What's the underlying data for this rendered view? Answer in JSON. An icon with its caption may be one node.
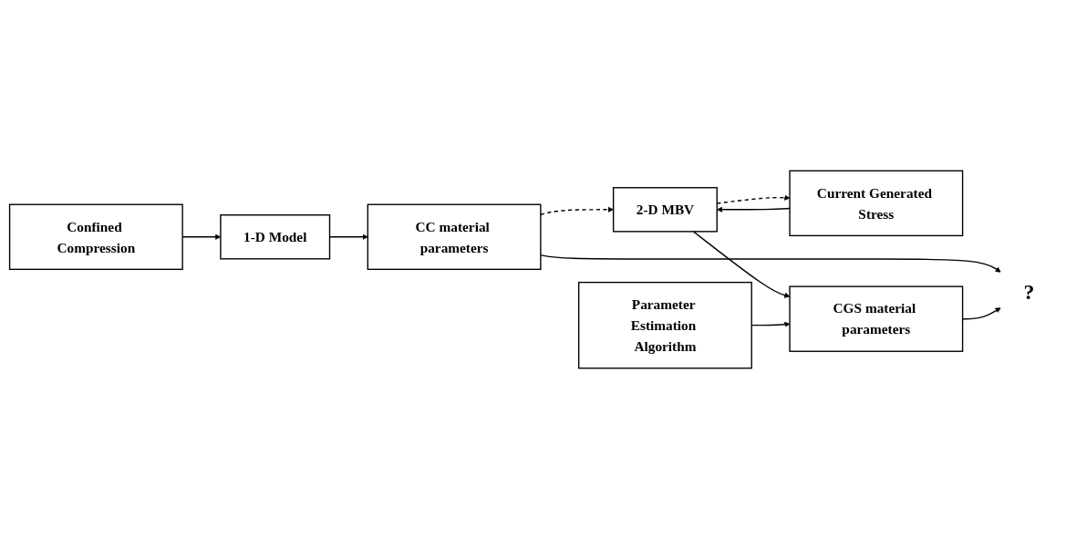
{
  "diagram": {
    "nodes": [
      {
        "text": [
          "Confined Compression"
        ]
      },
      {
        "text": [
          "1-D Model"
        ]
      },
      {
        "text": [
          "CC material parameters"
        ]
      },
      {
        "text": [
          "?"
        ]
      },
      {
        "text": [
          "Current Generated Stress"
        ]
      },
      {
        "text": [
          "2-D MBV"
        ]
      },
      {
        "text": [
          "CGS material parameters"
        ]
      },
      {
        "text": [
          "Parameter Estimation Algorithm"
        ]
      }
    ],
    "edges": [
      {
        "from": 0,
        "to": 1,
        "arrow": "to"
      },
      {
        "from": 1,
        "to": 2,
        "arrow": "to"
      },
      {
        "from": 2,
        "to": 3,
        "arrow": "to"
      },
      {
        "from": 2,
        "to": 5,
        "arrow": "to",
        "style": "dashed"
      },
      {
        "from": 5,
        "to": 4,
        "arrow": "to",
        "style": "dashed"
      },
      {
        "from": 4,
        "to": 5,
        "arrow": "to"
      },
      {
        "from": 5,
        "to": 6,
        "arrow": "to"
      },
      {
        "from": 7,
        "to": 6,
        "arrow": "to"
      },
      {
        "from": 6,
        "to": 3,
        "arrow": "to"
      }
    ]
  }
}
